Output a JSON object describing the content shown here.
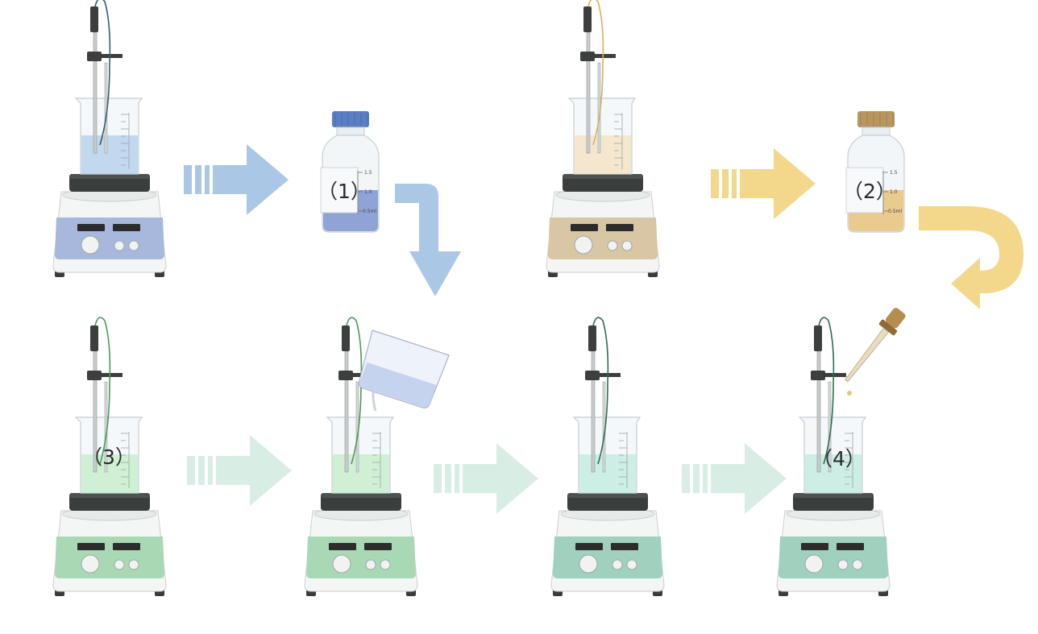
{
  "colors": {
    "blue": "#aac8e6",
    "blue_liquid": "#b8d2ec",
    "blue_base": "#a7b8dc",
    "beige": "#f6dca8",
    "beige_liquid": "#f4e4c6",
    "beige_base": "#d8c6a4",
    "gold": "#f3d88c",
    "green_light": "#cfeedd",
    "green_liquid": "#c9efcf",
    "green_base": "#a9d9b4",
    "mint_liquid": "#c4ece0",
    "mint_base": "#9fd1be",
    "arrow_green": "#d8eee5",
    "cap_blue": "#5b7fc4",
    "cap_gold": "#b9965e",
    "vial_blue": "#8fa3d6",
    "vial_gold": "#e9cb8e"
  },
  "steps": {
    "s1": "（1）",
    "s2": "（2）",
    "s3": "（3）",
    "s4": "（4）"
  },
  "vial_scale": {
    "t1": "1.5",
    "t2": "1.0",
    "t3": "0.5ml"
  },
  "icons": [
    "magnetic-stirrer-icon",
    "reagent-bottle-icon",
    "pouring-beaker-icon",
    "dropper-icon",
    "arrow-icon"
  ]
}
